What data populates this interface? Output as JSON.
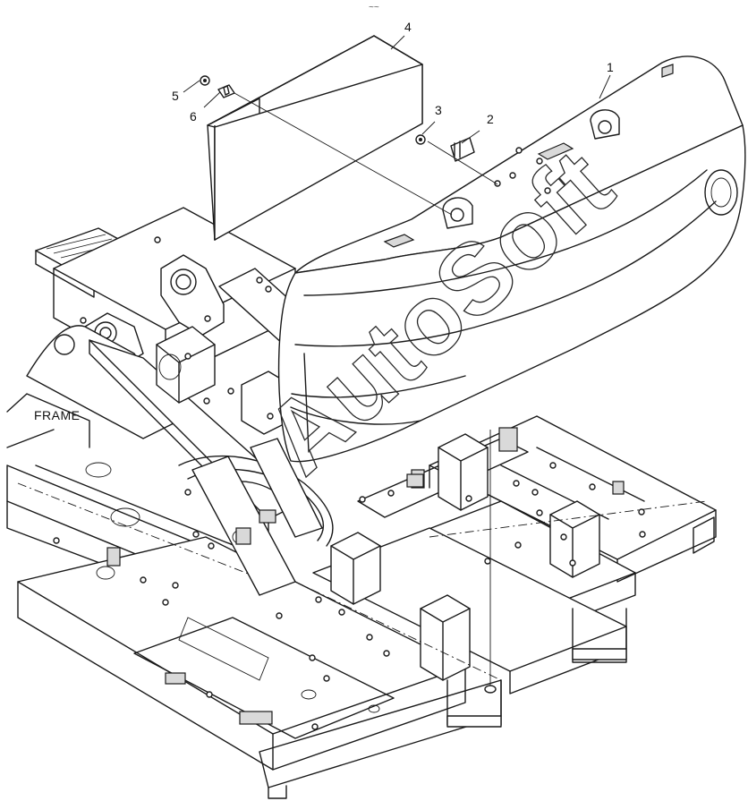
{
  "diagram": {
    "callouts": [
      {
        "id": "1",
        "text": "1"
      },
      {
        "id": "2",
        "text": "2"
      },
      {
        "id": "3",
        "text": "3"
      },
      {
        "id": "4",
        "text": "4"
      },
      {
        "id": "5",
        "text": "5"
      },
      {
        "id": "6",
        "text": "6"
      }
    ],
    "frame_label": "FRAME",
    "watermark": "AutoSoft",
    "corner_mark": "~~"
  }
}
